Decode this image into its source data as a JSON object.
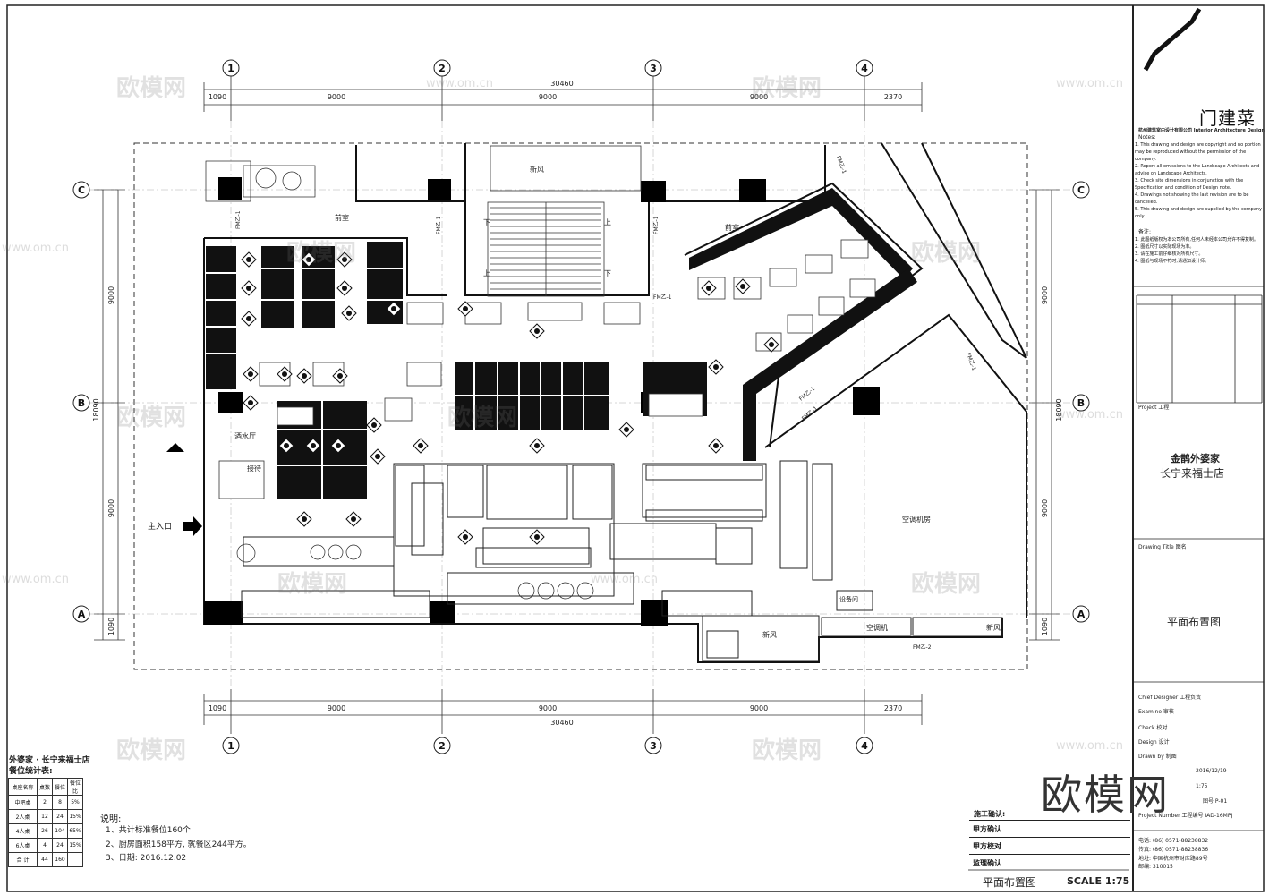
{
  "grid": {
    "column_labels": [
      "1",
      "2",
      "3",
      "4"
    ],
    "row_labels": [
      "C",
      "B",
      "A"
    ],
    "top_dims": [
      "1090",
      "9000",
      "9000",
      "9000",
      "2370"
    ],
    "top_total": "30460",
    "bottom_dims": [
      "1090",
      "9000",
      "9000",
      "9000",
      "2370"
    ],
    "bottom_total": "30460",
    "left_dims": [
      "9000",
      "18090",
      "9000",
      "1090"
    ],
    "right_dims": [
      "9000",
      "18090",
      "9000",
      "1090"
    ]
  },
  "rooms": {
    "fresh_air_top": "新风",
    "front_room_left": "前室",
    "front_room_right": "前室",
    "stair_down_1": "下",
    "stair_up_1": "上",
    "stair_up_2": "上",
    "stair_down_2": "下",
    "water_bar": "酒水厅",
    "reception": "接待",
    "main_entrance": "主入口",
    "ac_room_right": "空调机房",
    "fresh_air_bottom": "新风",
    "ac_bottom": "空调机",
    "fresh_air_bottom_right": "新风",
    "equipment_room": "设备间"
  },
  "door_tags": [
    "FM乙-1",
    "FM乙-1",
    "FM乙-1",
    "FM乙-1",
    "FM乙-1",
    "FM乙-1",
    "FM乙-1",
    "FM乙-1",
    "FM乙-2"
  ],
  "watermarks": {
    "brand": "欧模网",
    "site": "www.om.cn",
    "big": "欧模网"
  },
  "title_block": {
    "logo_text": "门建菜",
    "company_small": "杭州建筑室内设计有限公司 Interior Architecture Design",
    "notes_label": "Notes:",
    "notes_en": [
      "1. This drawing and design are copyright and no portion may be reproduced without the permission of the company.",
      "2. Report all omissions to the Landscape Architects and advise on Landscape Architects.",
      "3. Check site dimensions in conjunction with the Specification and condition of Design note.",
      "4. Drawings not showing the last revision are to be cancelled.",
      "5. This drawing and design are supplied by the company only."
    ],
    "notes_cn_label": "备注:",
    "notes_cn": [
      "1. 此图纸版权为本公司所有,任何人未经本公司允许不得复制。",
      "2. 图纸尺寸以实际现场为准。",
      "3. 请在施工前仔细核对所有尺寸。",
      "4. 图纸与现场不符时,请通知设计师。"
    ],
    "project_label": "Project 工程",
    "project_name_line1": "金鹊外婆家",
    "project_name_line2": "长宁来福士店",
    "drawing_title_label": "Drawing Title 图名",
    "drawing_title": "平面布置图",
    "chief_designer": "Chief Designer 工程负责",
    "examine": "Examine 审核",
    "check": "Check 校对",
    "design": "Design 设计",
    "drawn_by": "Drawn by 制图",
    "date_value": "2016/12/19",
    "scale_value": "1:75",
    "drawing_no": "图号 P-01",
    "project_number": "Project Number 工程编号 IAD-16MPJ",
    "tel": "电话: (86) 0571-88238832",
    "fax": "传真: (86) 0571-88238836",
    "address": "地址: 中国杭州市财库路89号",
    "postcode": "邮编: 310015"
  },
  "stats": {
    "heading_line1": "外婆家 · 长宁来福士店",
    "heading_line2": "餐位统计表:",
    "columns": [
      "桌座名称",
      "桌数",
      "餐位",
      "餐位比"
    ],
    "rows": [
      [
        "中吧桌",
        "2",
        "8",
        "5%"
      ],
      [
        "2人桌",
        "12",
        "24",
        "15%"
      ],
      [
        "4人桌",
        "26",
        "104",
        "65%"
      ],
      [
        "6人桌",
        "4",
        "24",
        "15%"
      ],
      [
        "合 计",
        "44",
        "160",
        ""
      ]
    ]
  },
  "notes": {
    "label": "说明:",
    "items": [
      "1、共计标准餐位160个",
      "2、厨房面积158平方, 就餐区244平方。",
      "3、日期: 2016.12.02"
    ]
  },
  "signoff": {
    "heading": "施工确认:",
    "rows": [
      "甲方确认",
      "甲方校对",
      "监理确认"
    ]
  },
  "footer": {
    "title": "平面布置图",
    "scale": "SCALE 1:75"
  }
}
